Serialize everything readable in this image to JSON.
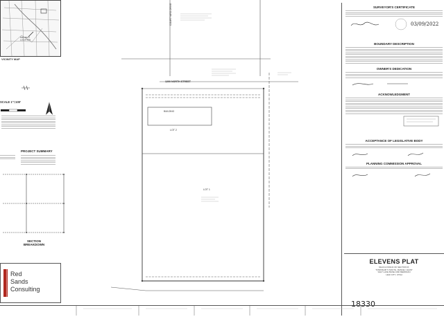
{
  "vicinity": {
    "label": "VICINITY MAP"
  },
  "scale": {
    "label": "SCALE 1\"=100'"
  },
  "summary": {
    "title": "PROJECT SUMMARY"
  },
  "breakdown": {
    "title": "SECTION BREAKDOWN"
  },
  "streets": {
    "north": "1200 NORTH STREET",
    "courtyard": "COURTYARD DRIVE"
  },
  "plat": {
    "lot1_label": "LOT 1",
    "lot2_label": "LOT 2",
    "building_label": "BUILDING"
  },
  "logo": {
    "line1": "Red",
    "line2": "Sands",
    "line3": "Consulting"
  },
  "right": {
    "surveyor_cert": "SURVEYOR'S CERTIFICATE",
    "date_stamp": "03/09/2022",
    "boundary": "BOUNDARY DESCRIPTION",
    "owner": "OWNER'S DEDICATION",
    "ack": "ACKNOWLEDGMENT",
    "acceptance": "ACCEPTANCE OF LEGISLATIVE BODY",
    "planning": "PLANNING COMMISSION APPROVAL"
  },
  "title_block": {
    "name": "ELEVENS PLAT",
    "line1": "NE1/4 & NW1/4 OF SECTION 8,",
    "line2": "TOWNSHIP 5 SOUTH, RANGE 1 EAST",
    "line3": "SALT LAKE BASE AND MERIDIAN",
    "line4": "LEHI CITY, UTAH",
    "number": "18330"
  }
}
